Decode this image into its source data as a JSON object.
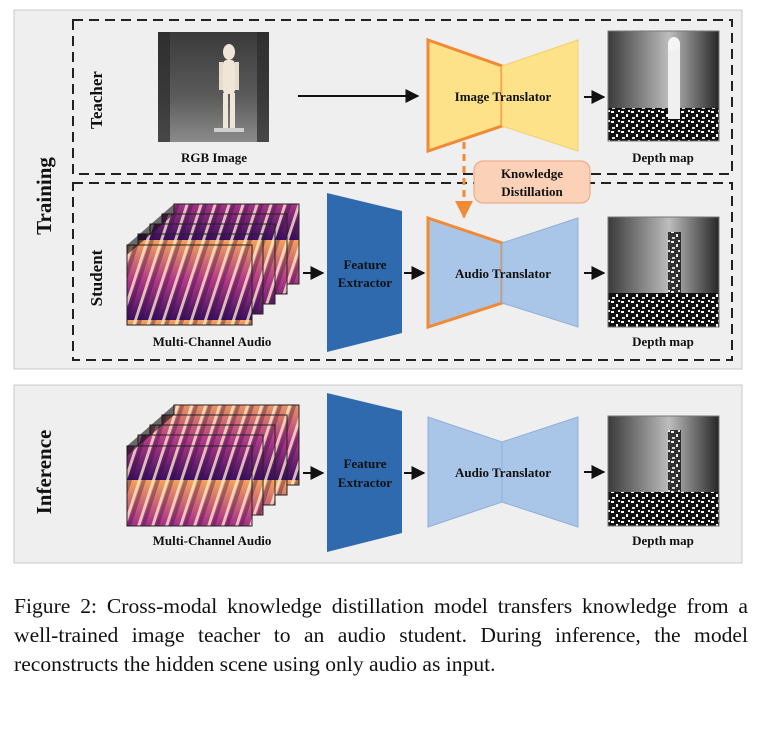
{
  "sections": {
    "training": "Training",
    "teacher": "Teacher",
    "student": "Student",
    "inference": "Inference"
  },
  "teacher": {
    "input_label": "RGB Image",
    "translator_label": "Image Translator",
    "output_label": "Depth map"
  },
  "distillation": {
    "line1": "Knowledge",
    "line2": "Distillation"
  },
  "student": {
    "input_label": "Multi-Channel Audio",
    "extractor_line1": "Feature",
    "extractor_line2": "Extractor",
    "translator_label": "Audio Translator",
    "output_label": "Depth map"
  },
  "inference": {
    "input_label": "Multi-Channel Audio",
    "extractor_line1": "Feature",
    "extractor_line2": "Extractor",
    "translator_label": "Audio Translator",
    "output_label": "Depth map"
  },
  "caption": "Figure 2:  Cross-modal knowledge distillation model transfers knowledge from a well-trained image teacher to an audio student. During inference, the model reconstructs the hidden scene using only audio as input.",
  "colors": {
    "panel_bg": "#efefef",
    "image_translator_fill": "#fde28a",
    "image_translator_stroke": "#f08a35",
    "audio_translator_fill": "#a9c6e8",
    "feature_extractor_fill": "#2f6aae",
    "distillation_fill": "#fbd2b8",
    "arrow": "#111111"
  }
}
